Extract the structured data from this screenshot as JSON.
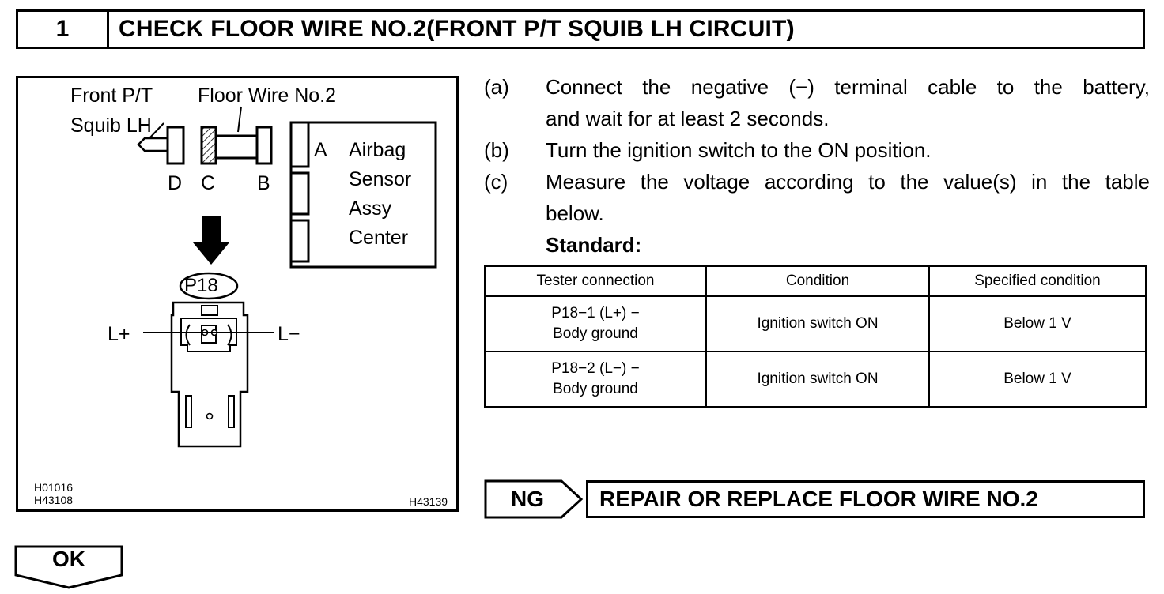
{
  "header": {
    "step_number": "1",
    "title": "CHECK FLOOR WIRE NO.2(FRONT P/T SQUIB LH CIRCUIT)"
  },
  "figure": {
    "label_squib_line1": "Front P/T",
    "label_squib_line2": "Squib LH",
    "label_floor_wire": "Floor Wire No.2",
    "connector_d": "D",
    "connector_c": "C",
    "connector_b": "B",
    "connector_a": "A",
    "airbag_line1": "Airbag",
    "airbag_line2": "Sensor",
    "airbag_line3": "Assy",
    "airbag_line4": "Center",
    "connector_id": "P18",
    "terminal_plus": "L+",
    "terminal_minus": "L−",
    "ref_codes": "H01016\nH43108",
    "ref_code_right": "H43139"
  },
  "instructions": [
    {
      "letter": "(a)",
      "line1": "Connect the negative (−) terminal cable to the battery,",
      "line2": "and wait for at least 2 seconds."
    },
    {
      "letter": "(b)",
      "line1": "Turn the ignition switch to the ON position."
    },
    {
      "letter": "(c)",
      "line1": "Measure the voltage according to the value(s) in the table",
      "line2": "below."
    }
  ],
  "standard_label": "Standard:",
  "table": {
    "headers": [
      "Tester connection",
      "Condition",
      "Specified condition"
    ],
    "rows": [
      {
        "connection_line1": "P18−1 (L+) −",
        "connection_line2": "Body ground",
        "condition": "Ignition switch ON",
        "specified": "Below 1 V"
      },
      {
        "connection_line1": "P18−2 (L−) −",
        "connection_line2": "Body ground",
        "condition": "Ignition switch ON",
        "specified": "Below 1 V"
      }
    ]
  },
  "ng": {
    "label": "NG",
    "action": "REPAIR OR REPLACE FLOOR WIRE NO.2"
  },
  "ok": {
    "label": "OK"
  }
}
